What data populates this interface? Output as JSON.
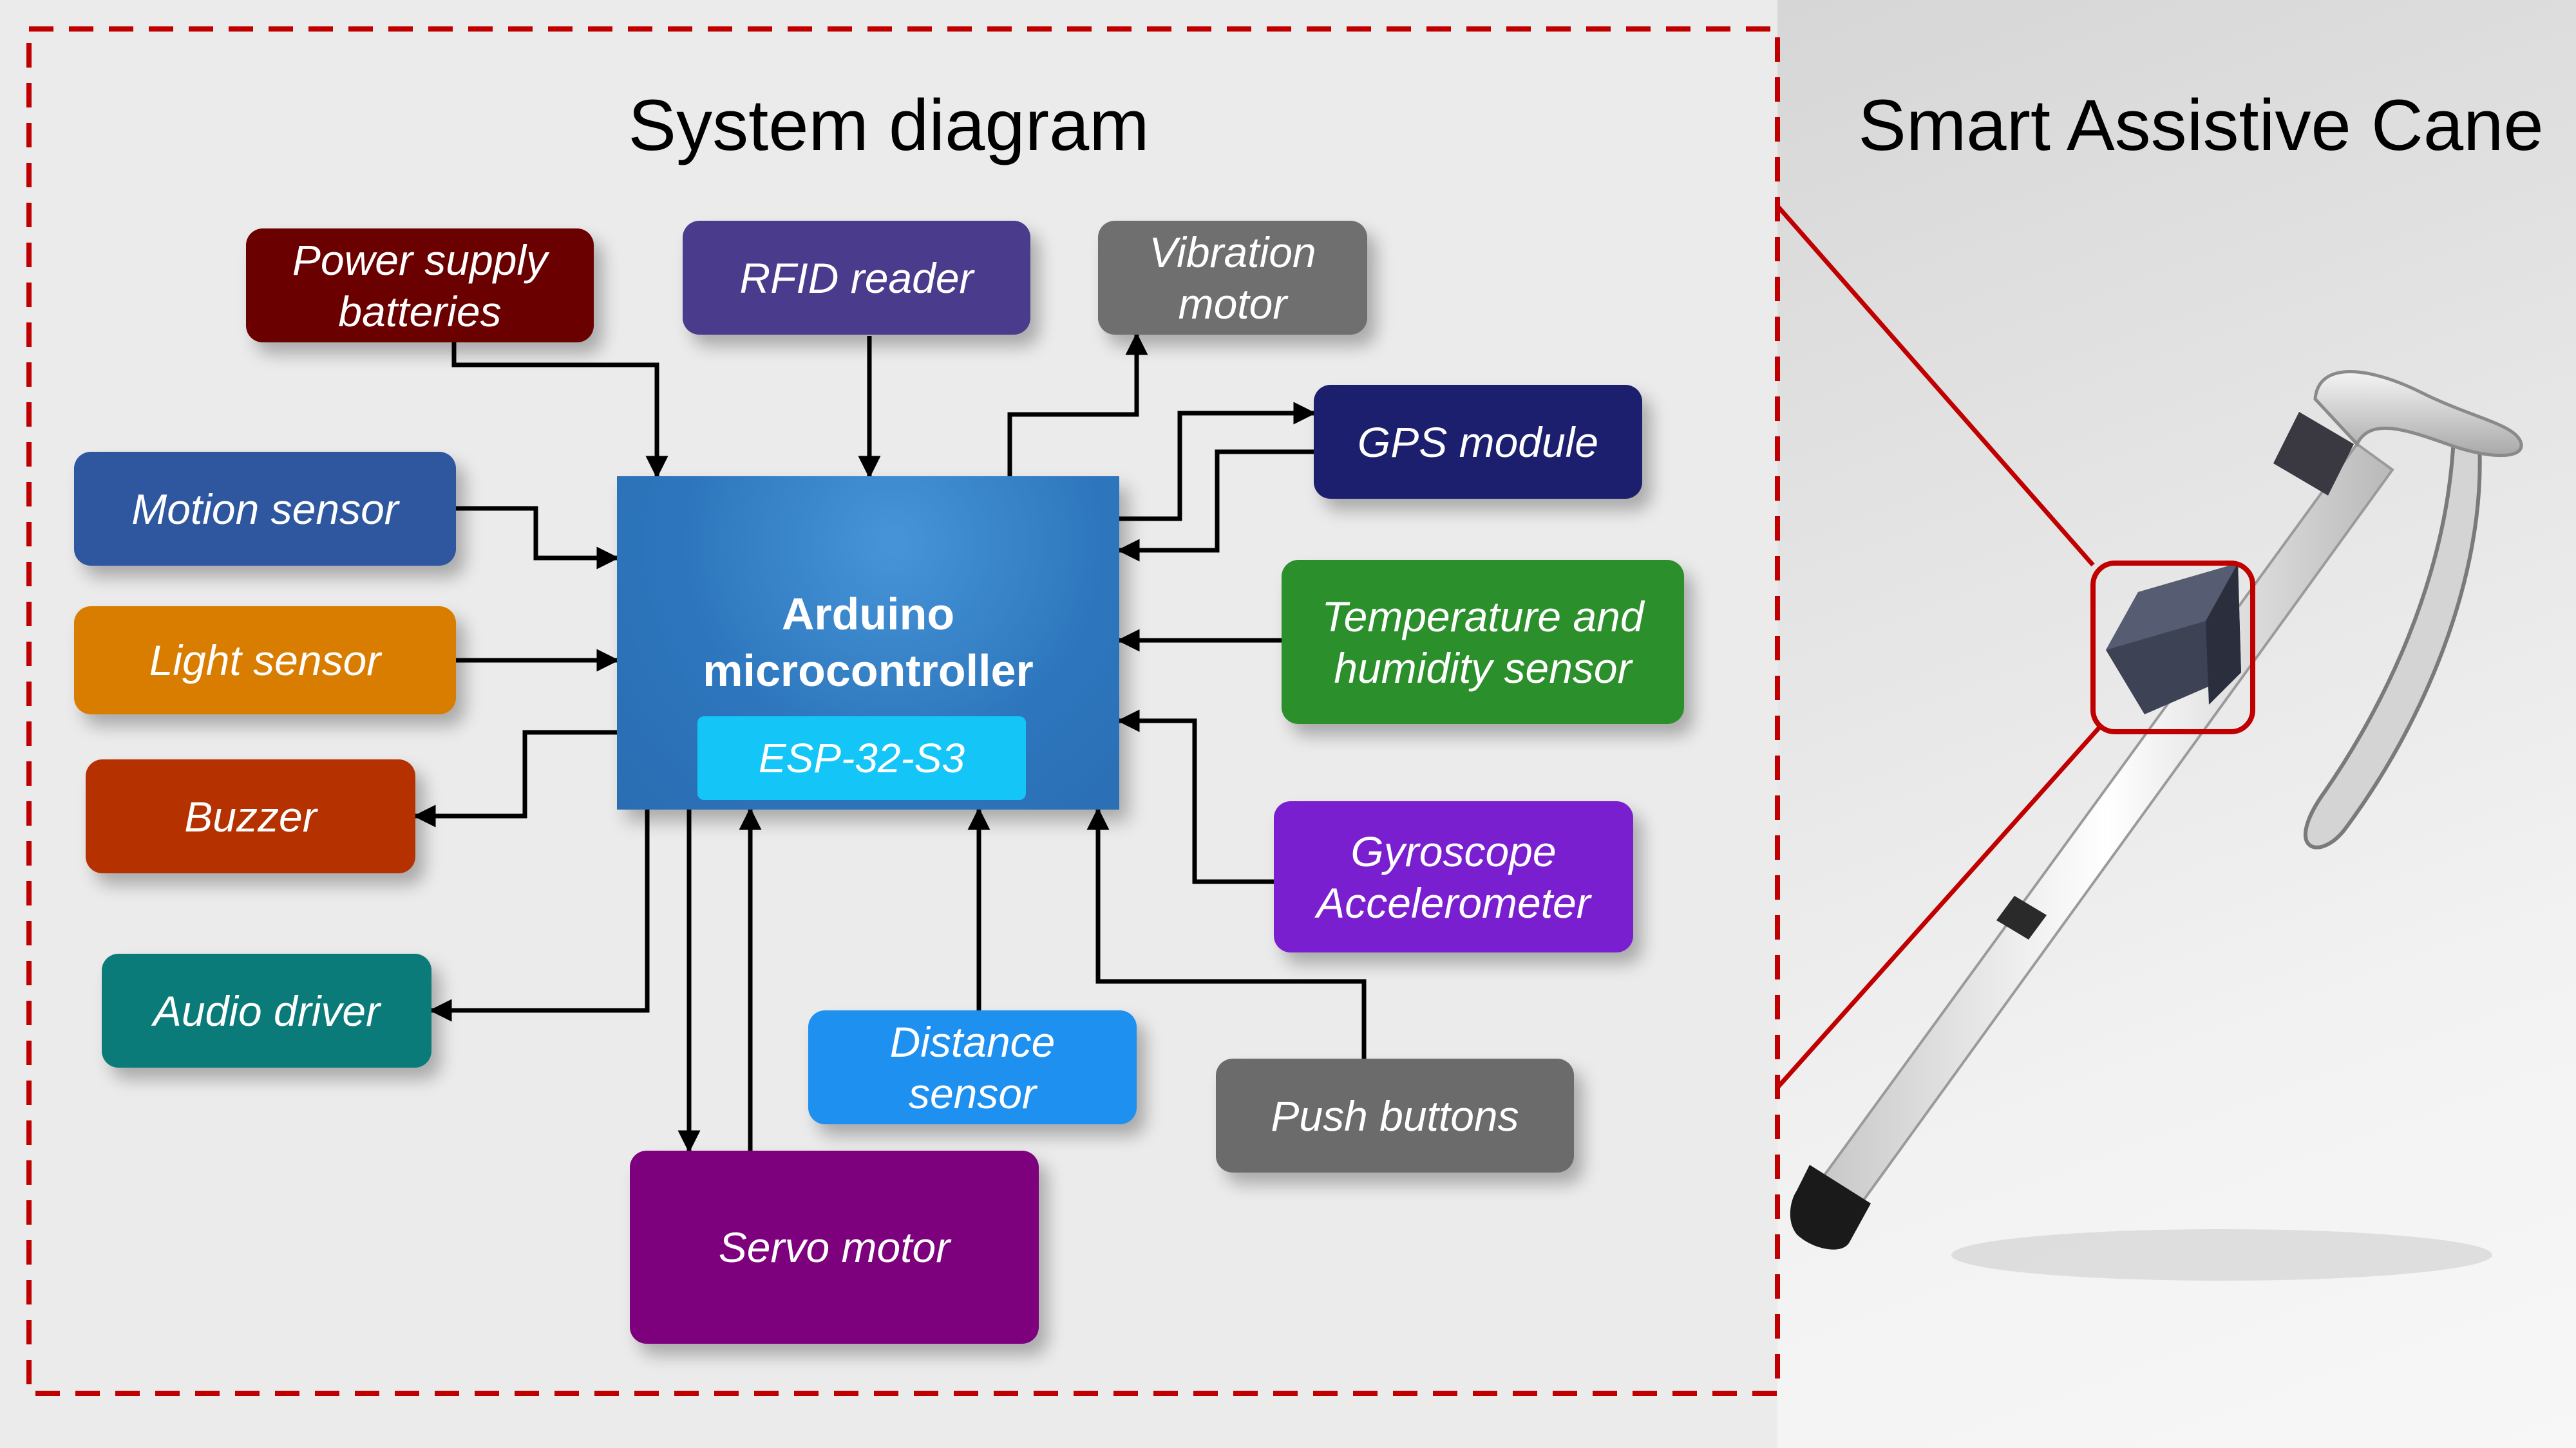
{
  "title": "System diagram",
  "cane_title": "Smart Assistive Cane",
  "microcontroller": {
    "name": "Arduino\nmicrocontroller",
    "chip": "ESP-32-S3"
  },
  "blocks": {
    "power": {
      "label": "Power supply\nbatteries",
      "color": "#6b0000"
    },
    "rfid": {
      "label": "RFID reader",
      "color": "#4a3b8c"
    },
    "vibration": {
      "label": "Vibration\nmotor",
      "color": "#6f6f6f"
    },
    "gps": {
      "label": "GPS module",
      "color": "#1b1f6e"
    },
    "motion": {
      "label": "Motion sensor",
      "color": "#2e57a0"
    },
    "light": {
      "label": "Light sensor",
      "color": "#d97d00"
    },
    "buzzer": {
      "label": "Buzzer",
      "color": "#b53200"
    },
    "audio": {
      "label": "Audio driver",
      "color": "#0a7b78"
    },
    "temperature": {
      "label": "Temperature and\nhumidity sensor",
      "color": "#2b8f2b"
    },
    "gyro": {
      "label": "Gyroscope\nAccelerometer",
      "color": "#7a1fcf"
    },
    "distance": {
      "label": "Distance\nsensor",
      "color": "#1e90f0"
    },
    "push": {
      "label": "Push buttons",
      "color": "#6b6b6b"
    },
    "servo": {
      "label": "Servo motor",
      "color": "#7d007d"
    }
  },
  "colors": {
    "frame": "#c00000",
    "arrow": "#000000"
  }
}
